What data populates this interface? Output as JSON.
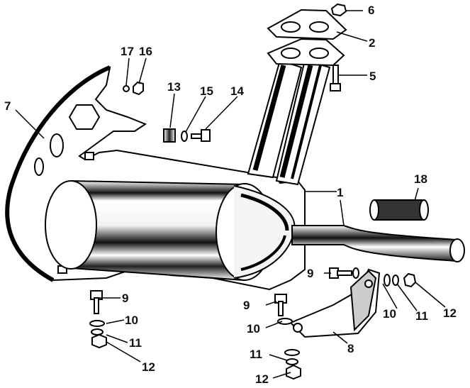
{
  "parts": [
    {
      "id": "p1",
      "label": "1"
    },
    {
      "id": "p2",
      "label": "2"
    },
    {
      "id": "p5",
      "label": "5"
    },
    {
      "id": "p6",
      "label": "6"
    },
    {
      "id": "p7",
      "label": "7"
    },
    {
      "id": "p8",
      "label": "8"
    },
    {
      "id": "p9a",
      "label": "9"
    },
    {
      "id": "p9b",
      "label": "9"
    },
    {
      "id": "p9c",
      "label": "9"
    },
    {
      "id": "p10a",
      "label": "10"
    },
    {
      "id": "p10b",
      "label": "10"
    },
    {
      "id": "p10c",
      "label": "10"
    },
    {
      "id": "p11a",
      "label": "11"
    },
    {
      "id": "p11b",
      "label": "11"
    },
    {
      "id": "p11c",
      "label": "11"
    },
    {
      "id": "p12a",
      "label": "12"
    },
    {
      "id": "p12b",
      "label": "12"
    },
    {
      "id": "p12c",
      "label": "12"
    },
    {
      "id": "p13",
      "label": "13"
    },
    {
      "id": "p14",
      "label": "14"
    },
    {
      "id": "p15",
      "label": "15"
    },
    {
      "id": "p16",
      "label": "16"
    },
    {
      "id": "p17",
      "label": "17"
    },
    {
      "id": "p18",
      "label": "18"
    }
  ]
}
